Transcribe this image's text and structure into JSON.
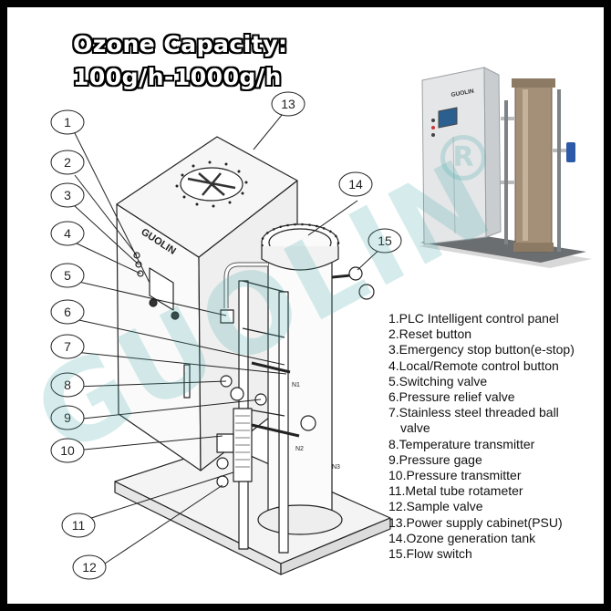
{
  "title_line1": "Ozone Capacity:",
  "title_line2": "100g/h-1000g/h",
  "brand": "GUOLIN",
  "watermark": "GUOLIN",
  "watermark_mark": "R",
  "callouts": [
    "1",
    "2",
    "3",
    "4",
    "5",
    "6",
    "7",
    "8",
    "9",
    "10",
    "11",
    "12",
    "13",
    "14",
    "15"
  ],
  "legend": [
    "1.PLC Intelligent control panel",
    "2.Reset button",
    "3.Emergency stop button(e-stop)",
    "4.Local/Remote control button",
    "5.Switching valve",
    "6.Pressure relief valve",
    "7.Stainless steel threaded ball",
    "valve",
    "8.Temperature transmitter",
    "9.Pressure gage",
    "10.Pressure transmitter",
    "11.Metal tube rotameter",
    "12.Sample valve",
    "13.Power supply cabinet(PSU)",
    "14.Ozone generation tank",
    "15.Flow switch"
  ],
  "pipe_labels": [
    "N1",
    "N2",
    "N3"
  ]
}
